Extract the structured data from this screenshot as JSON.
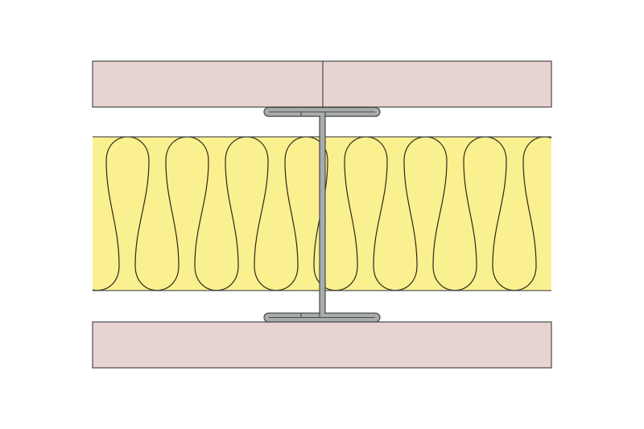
{
  "diagram": {
    "description_visible_text": "",
    "components": [
      {
        "id": "board-top",
        "kind": "plasterboard",
        "layers": 2
      },
      {
        "id": "insulation",
        "kind": "mineral-wool"
      },
      {
        "id": "stud",
        "kind": "steel-i-stud"
      },
      {
        "id": "board-bottom",
        "kind": "plasterboard",
        "layers": 1
      }
    ],
    "colors": {
      "board": "#e7d3d2",
      "insulation": "#faf08f",
      "stud": "#a8acab",
      "outline": "#4a4a4a",
      "wool_line": "#2b2a1c"
    }
  }
}
